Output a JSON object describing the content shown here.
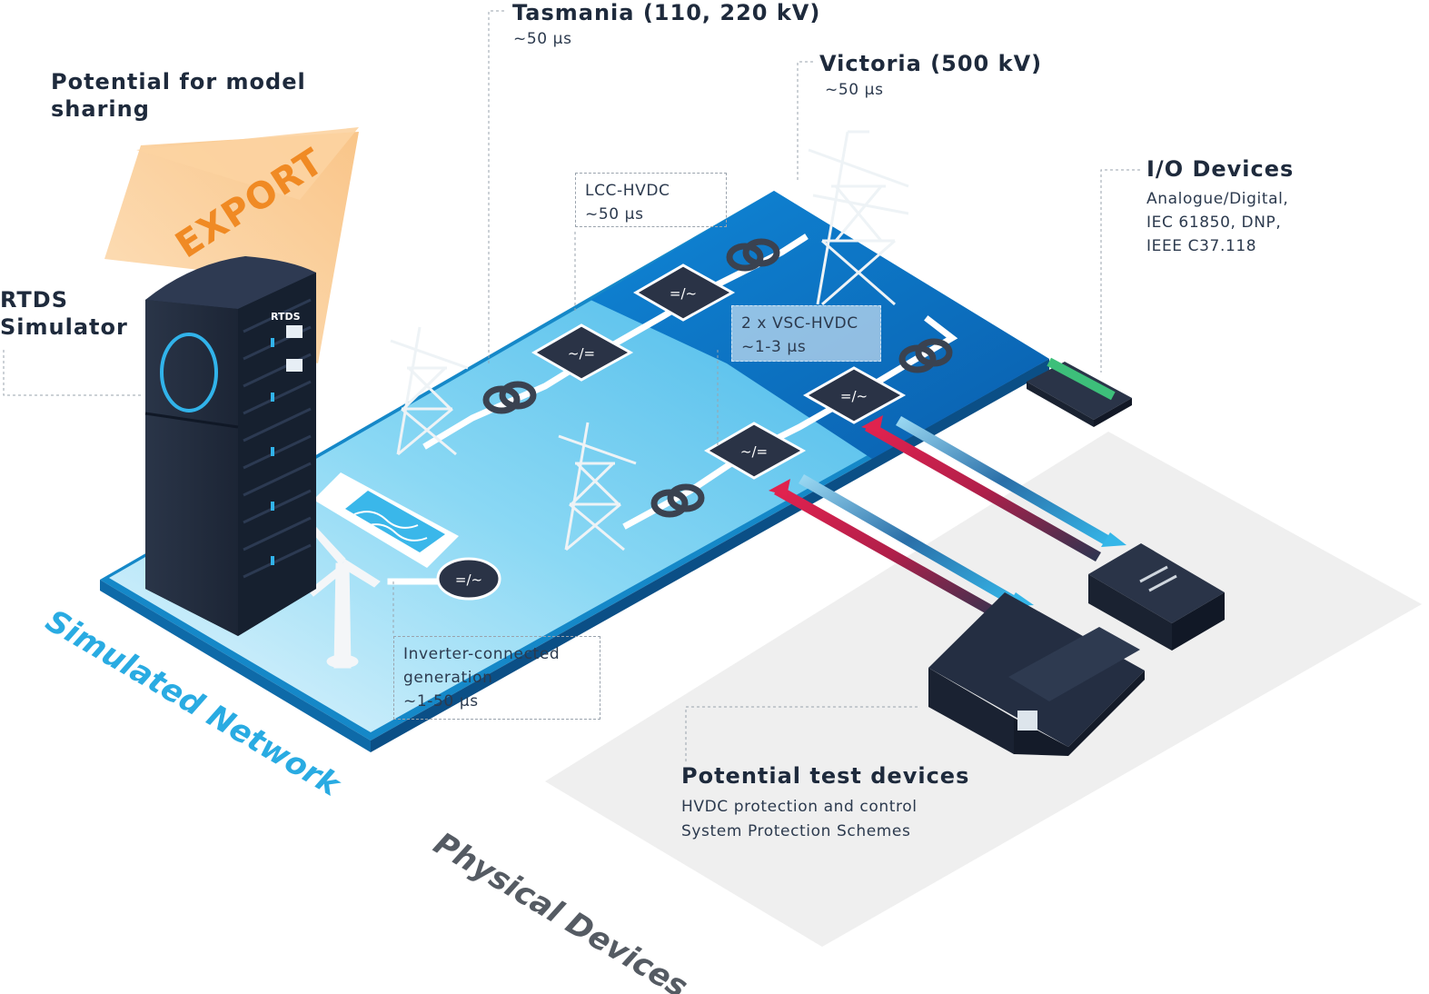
{
  "labels": {
    "tasmania_title": "Tasmania (110, 220 kV)",
    "tasmania_timestep": "~50 µs",
    "victoria_title": "Victoria (500 kV)",
    "victoria_timestep": "~50 µs",
    "model_sharing_1": "Potential for model",
    "model_sharing_2": "sharing",
    "export": "EXPORT",
    "rtds_1": "RTDS",
    "rtds_2": "Simulator",
    "rtds_logo": "RTDS",
    "lcc_title": "LCC-HVDC",
    "lcc_timestep": "~50 µs",
    "vsc_title": "2 x VSC-HVDC",
    "vsc_timestep": "~1-3 µs",
    "io_title": "I/O Devices",
    "io_line1": "Analogue/Digital,",
    "io_line2": "IEC 61850, DNP,",
    "io_line3": "IEEE C37.118",
    "inverter_1": "Inverter-connected",
    "inverter_2": "generation",
    "inverter_3": "~1-50 µs",
    "test_title": "Potential test devices",
    "test_line1": "HVDC protection and control",
    "test_line2": "System Protection Schemes",
    "simulated_network": "Simulated Network",
    "physical_devices": "Physical Devices"
  },
  "colors": {
    "navy": "#1e2a3c",
    "platform_light": "#6fcdf0",
    "platform_dark": "#0c6fc2",
    "export_arrow": "#fcd3a1",
    "export_text": "#f08a24",
    "arrow_red": "#e0234e",
    "arrow_blue": "#35b6e8",
    "physical_floor": "#efefef"
  }
}
